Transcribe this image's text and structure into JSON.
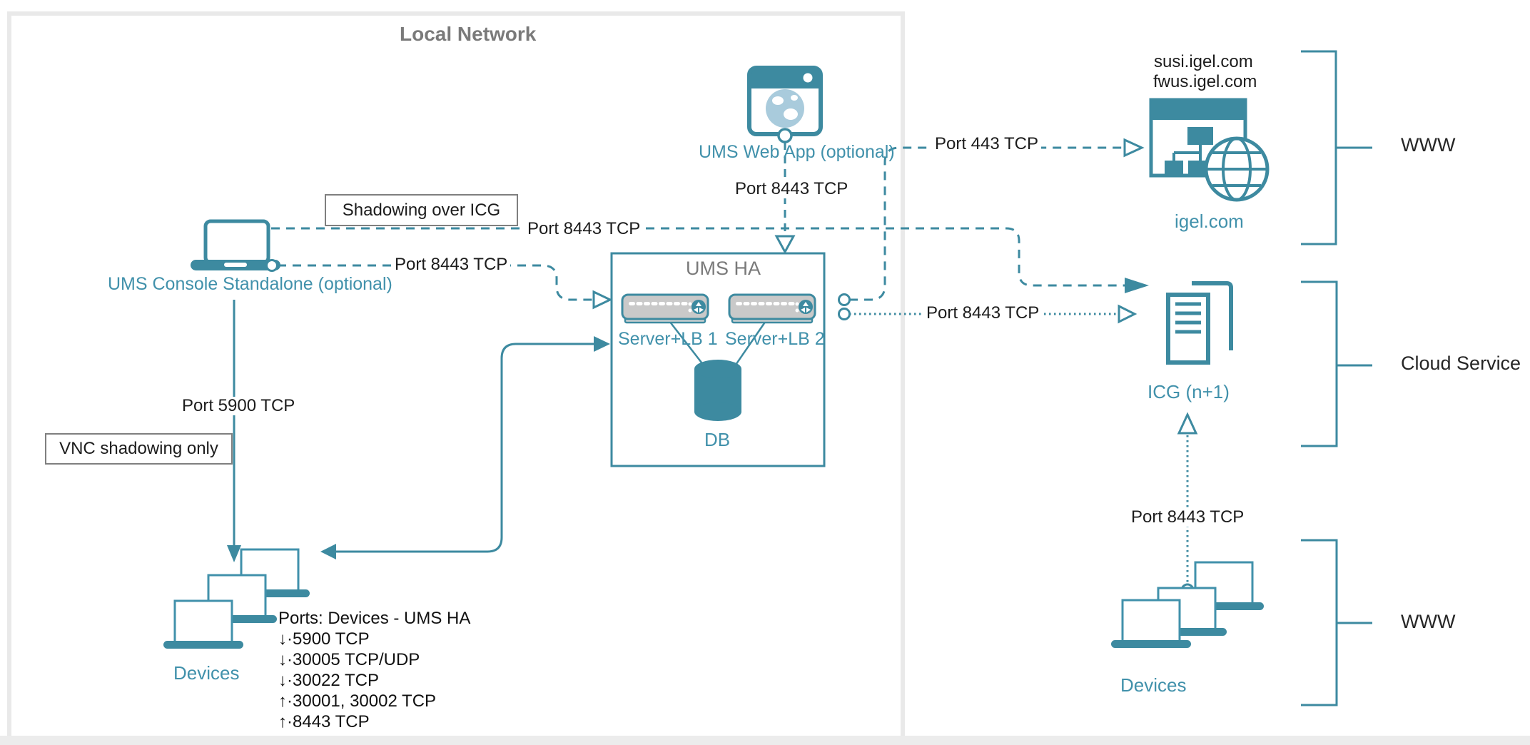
{
  "local_network": {
    "title": "Local Network"
  },
  "callouts": {
    "shadowing": "Shadowing over ICG",
    "vnc": "VNC shadowing only"
  },
  "nodes": {
    "console": {
      "label": "UMS Console Standalone (optional)"
    },
    "web_app": {
      "label": "UMS Web App (optional)"
    },
    "ums_ha": {
      "title": "UMS HA",
      "server1": "Server+LB 1",
      "server2": "Server+LB 2",
      "db": "DB"
    },
    "igel": {
      "domain1": "susi.igel.com",
      "domain2": "fwus.igel.com",
      "label": "igel.com"
    },
    "icg": {
      "label": "ICG (n+1)"
    },
    "devices_left": {
      "label": "Devices"
    },
    "devices_right": {
      "label": "Devices"
    }
  },
  "port_labels": {
    "shadowing_8443": "Port 8443 TCP",
    "console_8443": "Port 8443 TCP",
    "webapp_8443": "Port 8443 TCP",
    "igel_443": "Port 443 TCP",
    "icg_8443": "Port 8443 TCP",
    "devices_8443": "Port 8443 TCP",
    "vnc_5900": "Port 5900 TCP"
  },
  "ports_list": {
    "title": "Ports: Devices - UMS HA",
    "items": [
      "↓·5900 TCP",
      "↓·30005 TCP/UDP",
      "↓·30022 TCP",
      "↑·30001, 30002 TCP",
      "↑·8443 TCP"
    ]
  },
  "zones": {
    "www_top": "WWW",
    "cloud": "Cloud Service",
    "www_bottom": "WWW"
  },
  "colors": {
    "teal": "#3d8aa0",
    "light_blue": "#a9cbdc",
    "server_gray": "#c9c9c9"
  }
}
